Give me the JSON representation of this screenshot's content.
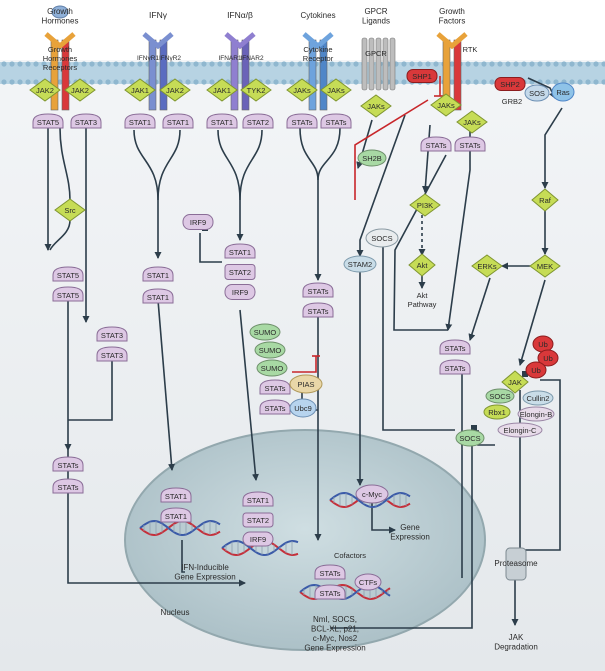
{
  "ligands": {
    "growth_hormones": "Growth\nHormones",
    "ifng": "IFNγ",
    "ifnab": "IFNα/β",
    "cytokines": "Cytokines",
    "gpcr_ligands": "GPCR\nLigands",
    "growth_factors": "Growth\nFactors"
  },
  "receptors": {
    "gh_receptors": "Growth\nHormones\nReceptors",
    "ifngr1": "IFNγR1",
    "ifngr2": "IFNγR2",
    "ifnar1": "IFNAR1",
    "ifnar2": "IFNAR2",
    "cytokine_receptor": "Cytokine\nReceptor",
    "gpcr": "GPCR",
    "rtk": "RTK"
  },
  "kinases": {
    "jak2": "JAK2",
    "jak1": "JAK1",
    "tyk2": "TYK2",
    "jaks": "JAKs",
    "jak": "JAK",
    "src": "Src",
    "pi3k": "PI3K",
    "akt": "Akt",
    "raf": "Raf",
    "mek": "MEK",
    "erks": "ERKs"
  },
  "stats": {
    "stat5": "STAT5",
    "stat3": "STAT3",
    "stat1": "STAT1",
    "stat2": "STAT2",
    "stats": "STATs"
  },
  "proteins": {
    "shp1": "SHP1",
    "shp2": "SHP2",
    "sos": "SOS",
    "ras": "Ras",
    "grb2": "GRB2",
    "sh2b": "SH2B",
    "socs": "SOCS",
    "stam2": "STAM2",
    "irf9": "IRF9",
    "sumo": "SUMO",
    "pias": "PIAS",
    "ubc9": "Ubc9",
    "ub": "Ub",
    "cullin2": "Cullin2",
    "rbx1": "Rbx1",
    "elongin_b": "Elongin-B",
    "elongin_c": "Elongin-C",
    "cmyc": "c-Myc",
    "cofactors": "Cofactors",
    "ctfs": "CTFs"
  },
  "labels": {
    "akt_pathway": "Akt\nPathway",
    "ifn_inducible": "IFN-Inducible\nGene Expression",
    "gene_expression": "Gene\nExpression",
    "nucleus": "Nucleus",
    "proteasome": "Proteasome",
    "jak_degradation": "JAK\nDegradation",
    "target_genes": "NmI, SOCS,\nBCL-XL, p21,\nc-Myc, Nos2\nGene Expression"
  },
  "colors": {
    "stat_fill": "#ddc8e4",
    "jak_fill": "#c6dc56",
    "green_prot": "#a8d9a4",
    "red_prot": "#d9383a",
    "membrane_band": "#b7d3e3",
    "nucleus_fill": "#b9cdd3",
    "cytoplasm": "#eef1f3"
  }
}
